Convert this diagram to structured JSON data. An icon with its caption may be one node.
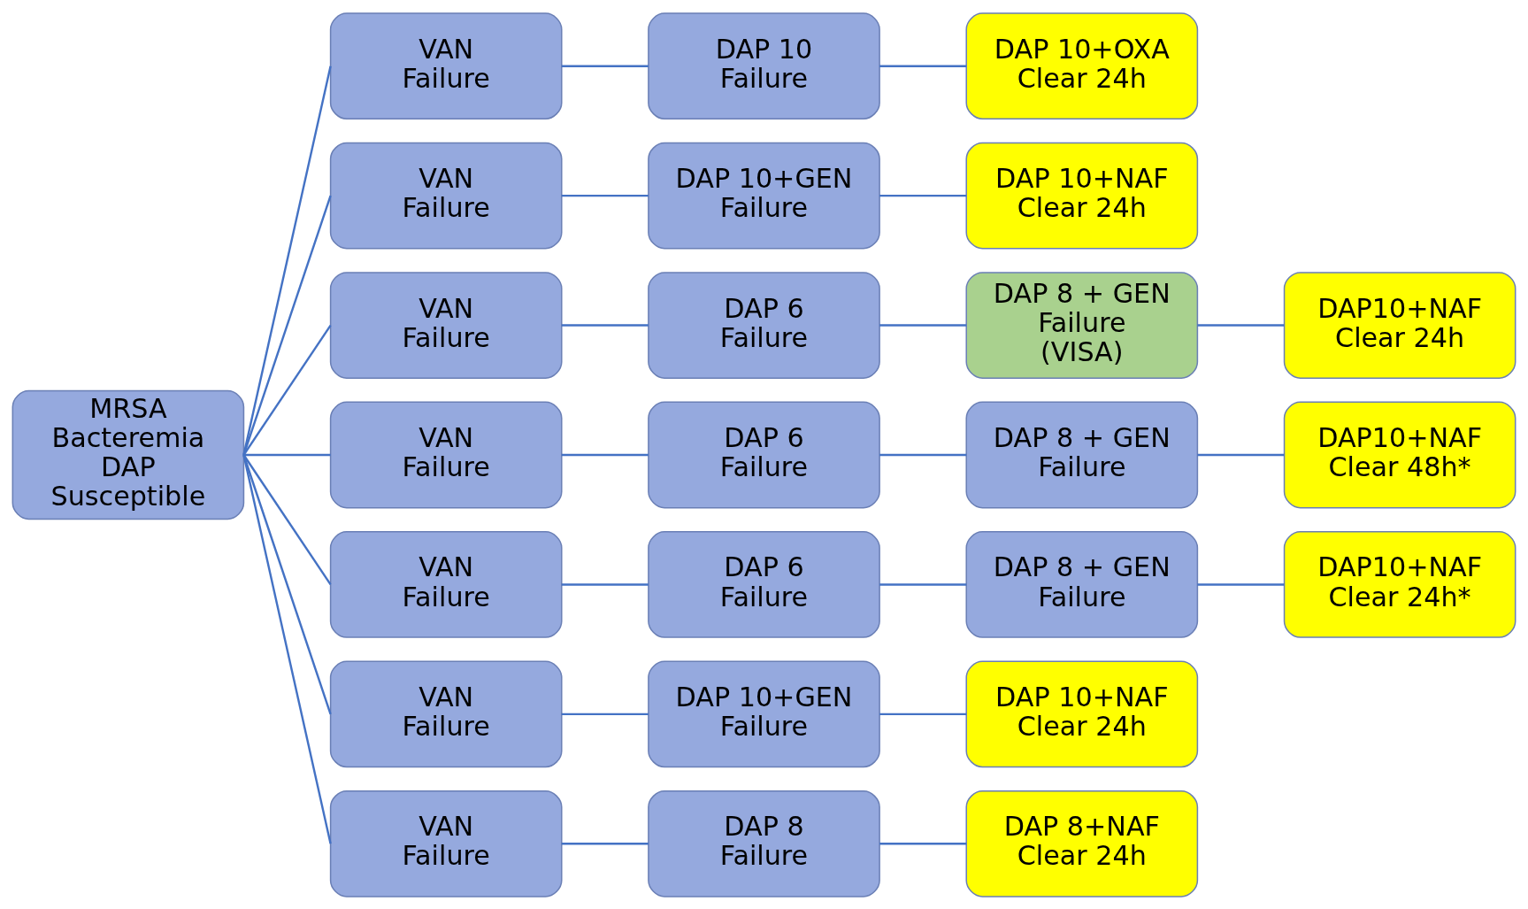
{
  "diagram": {
    "nodes": [
      {
        "text": [
          "MRSA Bacteremia DAP Susceptible"
        ]
      },
      {
        "text": [
          "VAN Failure"
        ]
      },
      {
        "text": [
          "DAP 10 Failure"
        ]
      },
      {
        "text": [
          "DAP 10+OXA Clear 24h"
        ]
      },
      {
        "text": [
          "VAN Failure"
        ]
      },
      {
        "text": [
          "DAP 10+GEN Failure"
        ]
      },
      {
        "text": [
          "DAP 10+NAF Clear 24h"
        ]
      },
      {
        "text": [
          "VAN Failure"
        ]
      },
      {
        "text": [
          "DAP 6 Failure"
        ]
      },
      {
        "text": [
          "DAP 8 + GEN Failure (VISA)"
        ]
      },
      {
        "text": [
          "DAP10+NAF Clear 24h"
        ]
      },
      {
        "text": [
          "VAN Failure"
        ]
      },
      {
        "text": [
          "DAP 6 Failure"
        ]
      },
      {
        "text": [
          "DAP 8 + GEN Failure"
        ]
      },
      {
        "text": [
          "DAP10+NAF Clear 48h*"
        ]
      },
      {
        "text": [
          "VAN Failure"
        ]
      },
      {
        "text": [
          "DAP 6 Failure"
        ]
      },
      {
        "text": [
          "DAP 8 + GEN Failure"
        ]
      },
      {
        "text": [
          "DAP10+NAF Clear 24h*"
        ]
      },
      {
        "text": [
          "VAN Failure"
        ]
      },
      {
        "text": [
          "DAP 10+GEN Failure"
        ]
      },
      {
        "text": [
          "DAP 10+NAF Clear 24h"
        ]
      },
      {
        "text": [
          "VAN Failure"
        ]
      },
      {
        "text": [
          "DAP 8 Failure"
        ]
      },
      {
        "text": [
          "DAP 8+NAF Clear 24h"
        ]
      }
    ],
    "edges": [
      {
        "from": 0,
        "to": 1,
        "arrow": "none"
      },
      {
        "from": 0,
        "to": 4,
        "arrow": "none"
      },
      {
        "from": 0,
        "to": 7,
        "arrow": "none"
      },
      {
        "from": 0,
        "to": 11,
        "arrow": "none"
      },
      {
        "from": 0,
        "to": 15,
        "arrow": "none"
      },
      {
        "from": 0,
        "to": 19,
        "arrow": "none"
      },
      {
        "from": 0,
        "to": 22,
        "arrow": "none"
      },
      {
        "from": 1,
        "to": 2,
        "arrow": "none"
      },
      {
        "from": 2,
        "to": 3,
        "arrow": "none"
      },
      {
        "from": 4,
        "to": 5,
        "arrow": "none"
      },
      {
        "from": 5,
        "to": 6,
        "arrow": "none"
      },
      {
        "from": 7,
        "to": 8,
        "arrow": "none"
      },
      {
        "from": 8,
        "to": 9,
        "arrow": "none"
      },
      {
        "from": 9,
        "to": 10,
        "arrow": "none"
      },
      {
        "from": 11,
        "to": 12,
        "arrow": "none"
      },
      {
        "from": 12,
        "to": 13,
        "arrow": "none"
      },
      {
        "from": 13,
        "to": 14,
        "arrow": "none"
      },
      {
        "from": 15,
        "to": 16,
        "arrow": "none"
      },
      {
        "from": 16,
        "to": 17,
        "arrow": "none"
      },
      {
        "from": 17,
        "to": 18,
        "arrow": "none"
      },
      {
        "from": 19,
        "to": 20,
        "arrow": "none"
      },
      {
        "from": 20,
        "to": 21,
        "arrow": "none"
      },
      {
        "from": 22,
        "to": 23,
        "arrow": "none"
      },
      {
        "from": 23,
        "to": 24,
        "arrow": "none"
      }
    ]
  }
}
